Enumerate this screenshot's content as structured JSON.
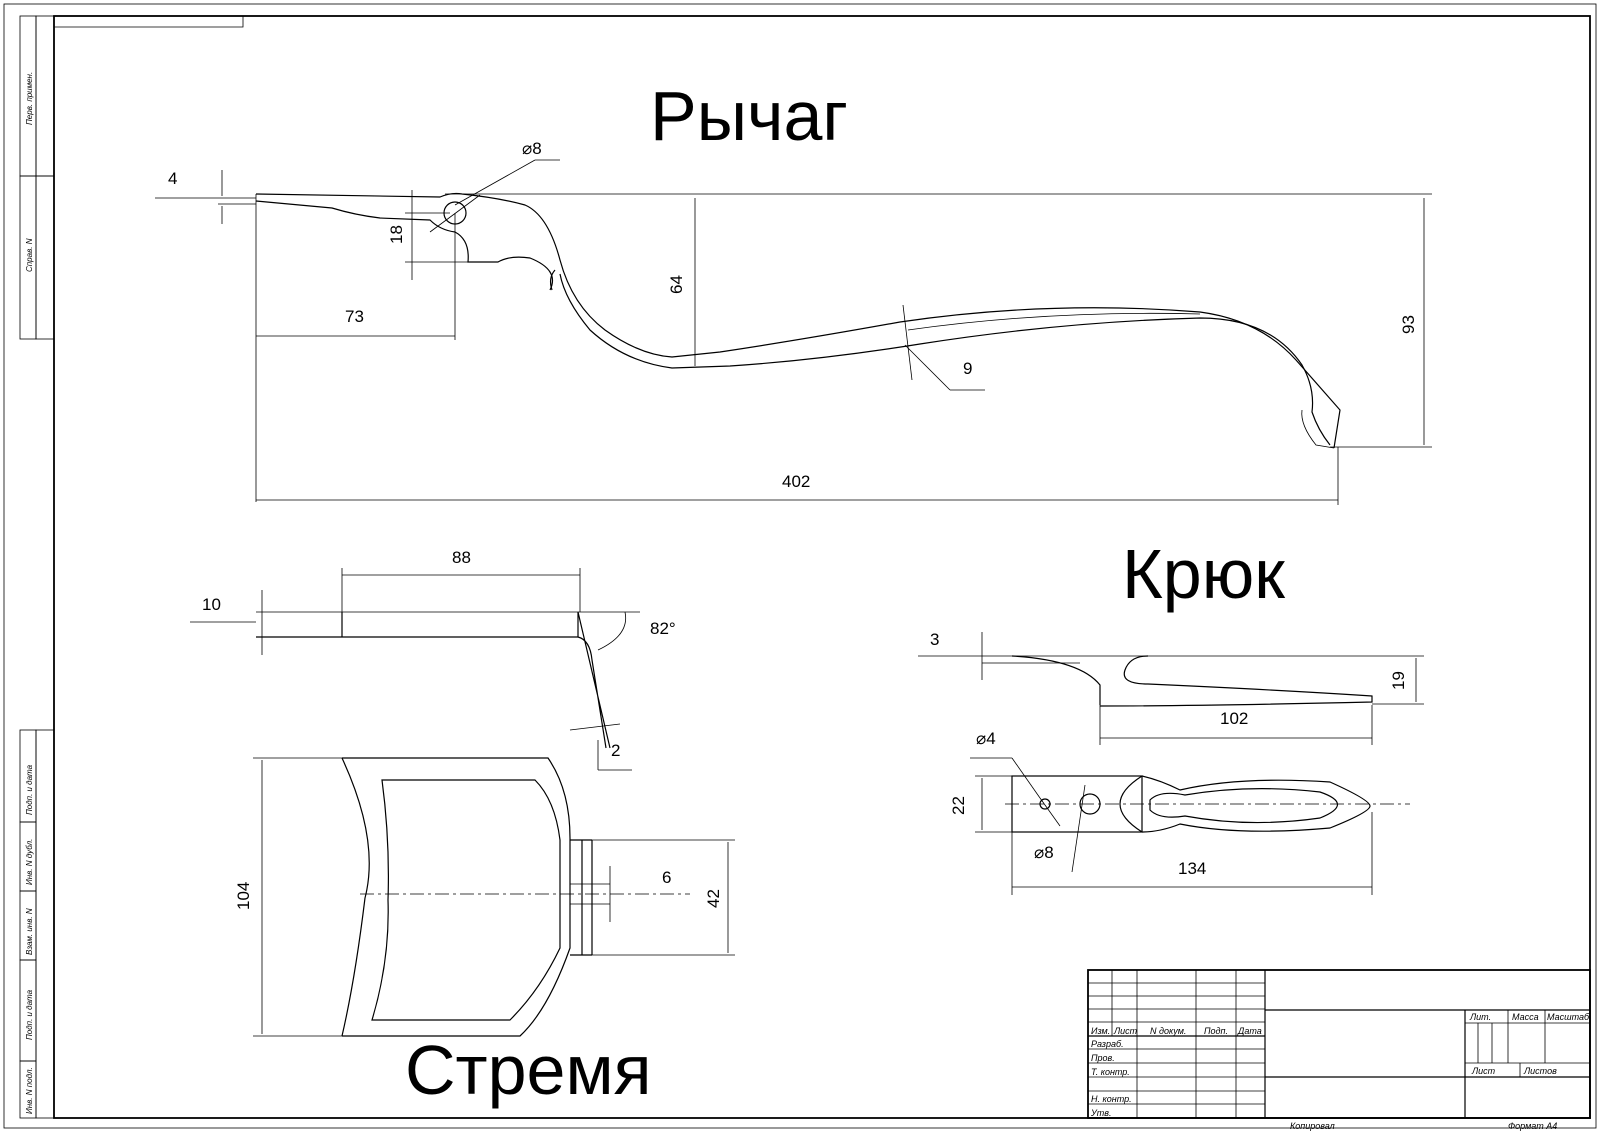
{
  "titles": {
    "lever": "Рычаг",
    "hook": "Крюк",
    "stirrup": "Стремя"
  },
  "dimensions": {
    "lever": {
      "thickness": "4",
      "hole": "⌀8",
      "hole_height": "18",
      "hole_offset": "73",
      "depth": "64",
      "width_mid": "9",
      "height": "93",
      "length": "402"
    },
    "bracket": {
      "length": "88",
      "thickness": "10",
      "angle": "82°",
      "arm_thickness": "2"
    },
    "stirrup": {
      "height": "104",
      "slot": "6",
      "neck": "42"
    },
    "hook": {
      "thickness": "3",
      "height": "19",
      "length": "102",
      "hole_small": "⌀4",
      "width": "22",
      "hole_large": "⌀8",
      "total_length": "134"
    }
  },
  "side_stamps": {
    "perv_primen": "Перв. примен.",
    "sprav_n": "Справ. N",
    "podp_data_1": "Подп. и дата",
    "inv_dubl": "Инв. N дубл.",
    "vzam_inv": "Взам. инв. N",
    "podp_data_2": "Подп. и дата",
    "inv_podl": "Инв. N подл."
  },
  "title_block": {
    "izm": "Изм.",
    "list": "Лист",
    "n_dokum": "N докум.",
    "podp": "Подп.",
    "data": "Дата",
    "razrab": "Разраб.",
    "prov": "Пров.",
    "t_kontr": "Т. контр.",
    "n_kontr": "Н. контр.",
    "utv": "Утв.",
    "lit": "Лит.",
    "massa": "Масса",
    "masshtab": "Масштаб",
    "list_right": "Лист",
    "listov": "Листов",
    "kopiroval": "Копировал",
    "format": "Формат А4"
  }
}
